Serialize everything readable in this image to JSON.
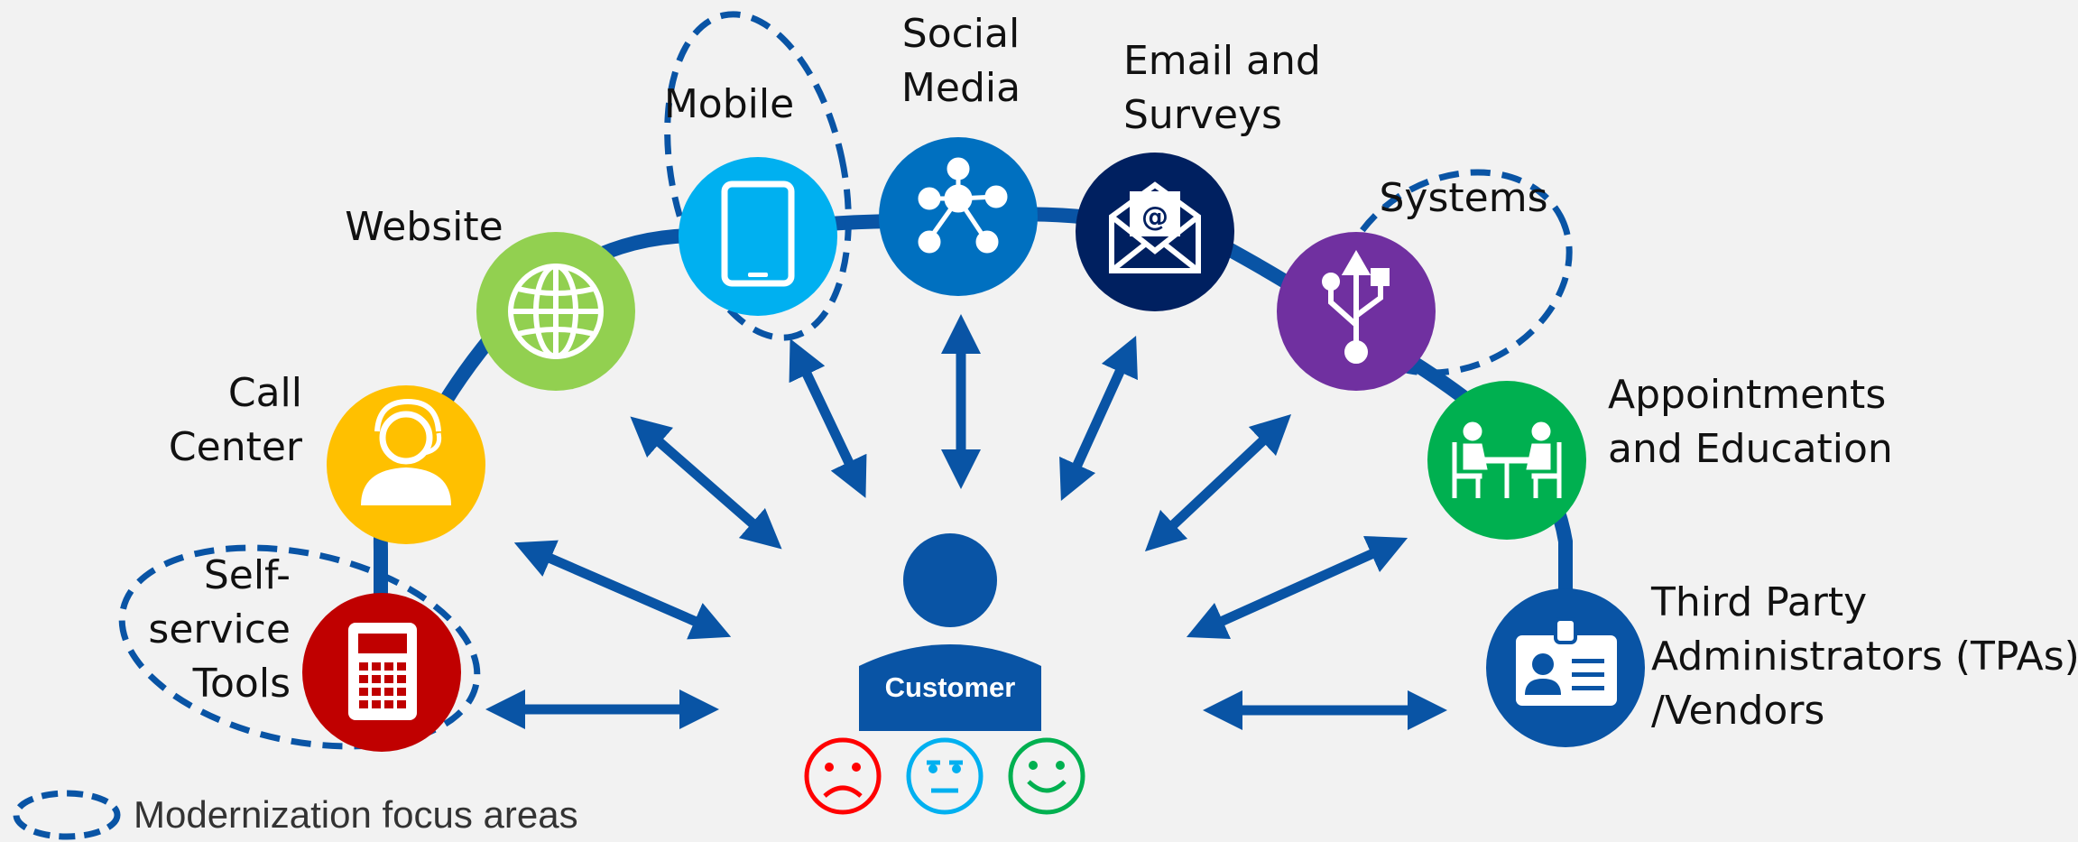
{
  "channels": {
    "self_service": {
      "line1": "Self-",
      "line2": "service",
      "line3": "Tools",
      "color": "#c00000",
      "icon": "calculator-icon"
    },
    "call_center": {
      "line1": "Call",
      "line2": "Center",
      "color": "#ffc000",
      "icon": "headset-agent-icon"
    },
    "website": {
      "line1": "Website",
      "color": "#92d050",
      "icon": "globe-icon"
    },
    "mobile": {
      "line1": "Mobile",
      "color": "#00b0f0",
      "icon": "smartphone-icon"
    },
    "social_media": {
      "line1": "Social",
      "line2": "Media",
      "color": "#0070c0",
      "icon": "network-hub-icon"
    },
    "email_surveys": {
      "line1": "Email and",
      "line2": "Surveys",
      "color": "#002060",
      "icon": "email-envelope-icon"
    },
    "systems": {
      "line1": "Systems",
      "color": "#7030a0",
      "icon": "usb-icon"
    },
    "appointments": {
      "line1": "Appointments",
      "line2": "and Education",
      "color": "#00b050",
      "icon": "meeting-table-icon"
    },
    "tpa": {
      "line1": "Third Party",
      "line2": "Administrators (TPAs)",
      "line3": "/Vendors",
      "color": "#0954a5",
      "icon": "id-badge-icon"
    }
  },
  "customer": {
    "label": "Customer",
    "color": "#0954a5",
    "icon": "person-icon"
  },
  "sentiments": [
    {
      "name": "unhappy",
      "color": "#ff0000",
      "icon": "sad-face-icon"
    },
    {
      "name": "neutral",
      "color": "#00b0f0",
      "icon": "neutral-face-icon"
    },
    {
      "name": "happy",
      "color": "#00b050",
      "icon": "happy-face-icon"
    }
  ],
  "legend": {
    "label": "Modernization focus areas",
    "icon": "dashed-ellipse-icon"
  },
  "colors": {
    "arc": "#0954a5",
    "arrow": "#0954a5",
    "focus_outline": "#0954a5"
  }
}
